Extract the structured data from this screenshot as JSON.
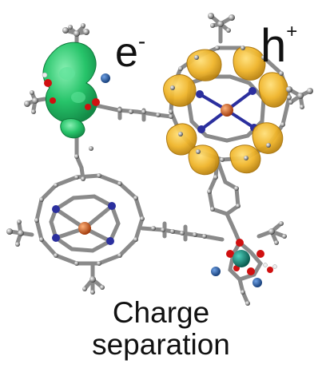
{
  "labels": {
    "electron": "e",
    "electron_sup": "-",
    "hole": "h",
    "hole_sup": "+"
  },
  "caption": {
    "line1": "Charge",
    "line2": "separation"
  },
  "colors": {
    "electron_density": "#2ecc71",
    "hole_density": "#e8b320",
    "metal_center": "#c0551a",
    "nitrogen": "#2b2f9e",
    "oxygen": "#d01010",
    "cluster_metal": "#137a6a",
    "cluster_blue": "#1f5fb0",
    "bond": "#8a8a8a",
    "hydrogen": "#e6e6e6"
  }
}
